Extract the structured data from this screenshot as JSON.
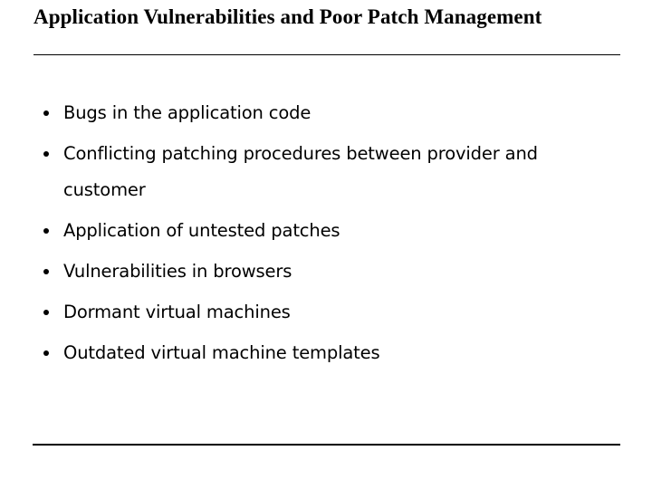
{
  "slide": {
    "title": "Application Vulnerabilities and Poor Patch Management",
    "background_color": "#ffffff",
    "text_color": "#000000",
    "rules": {
      "top_rule_color": "#000000",
      "bottom_rule_color": "#000000"
    },
    "bullets": [
      {
        "text": "Bugs in the application code"
      },
      {
        "text": "Conflicting patching procedures between provider and customer"
      },
      {
        "text": "Application of untested patches"
      },
      {
        "text": "Vulnerabilities in browsers"
      },
      {
        "text": "Dormant virtual machines"
      },
      {
        "text": "Outdated virtual machine templates"
      }
    ]
  }
}
